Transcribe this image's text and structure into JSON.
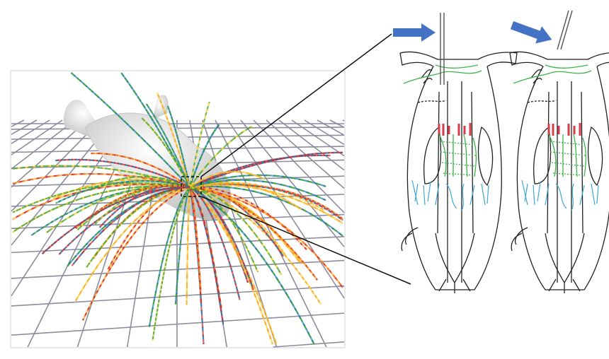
{
  "figure": {
    "left_panel": "3d-fish-model-with-fiber-tracts",
    "right_panels": [
      "schematic-normal-insertion",
      "schematic-angled-insertion"
    ]
  },
  "colors": {
    "arrow": "#4472c4",
    "grid": "#8c8c9c",
    "body": "#e6e6e6",
    "green_structures": "#3cb44b",
    "red_structures": "#d63c4a",
    "blue_structures": "#3fa7d6",
    "ray_palette": [
      "#d62728",
      "#2ca02c",
      "#ff9f1c",
      "#1f77b4",
      "#f2d13a"
    ]
  }
}
